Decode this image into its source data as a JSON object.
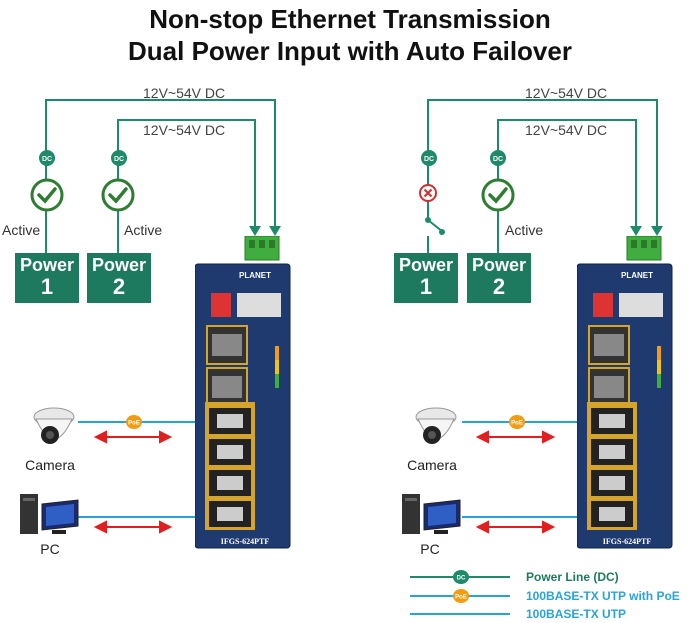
{
  "title_line1": "Non-stop Ethernet Transmission",
  "title_line2": "Dual Power Input with Auto Failover",
  "left": {
    "voltage_outer": "12V~54V DC",
    "voltage_inner": "12V~54V DC",
    "active1": "Active",
    "active2": "Active",
    "power1_word": "Power",
    "power1_num": "1",
    "power2_word": "Power",
    "power2_num": "2",
    "camera": "Camera",
    "pc": "PC",
    "switch_brand": "PLANET",
    "switch_model": "IFGS-624PTF"
  },
  "right": {
    "voltage_outer": "12V~54V DC",
    "voltage_inner": "12V~54V DC",
    "active2": "Active",
    "power1_word": "Power",
    "power1_num": "1",
    "power2_word": "Power",
    "power2_num": "2",
    "camera": "Camera",
    "pc": "PC",
    "switch_brand": "PLANET",
    "switch_model": "IFGS-624PTF"
  },
  "badges": {
    "dc": "DC",
    "poe": "PoE"
  },
  "legend": {
    "power_line": "Power Line (DC)",
    "utp_poe": "100BASE-TX UTP with PoE",
    "utp": "100BASE-TX UTP"
  },
  "colors": {
    "green_line": "#1e8a6a",
    "blue_line": "#29a3d6",
    "power_box": "#1e7a5f",
    "check_green": "#2e7d32",
    "fail_red": "#d32f2f",
    "poe_orange": "#f39c12",
    "arrow_red": "#e02020",
    "switch_blue": "#1f3a6e"
  }
}
